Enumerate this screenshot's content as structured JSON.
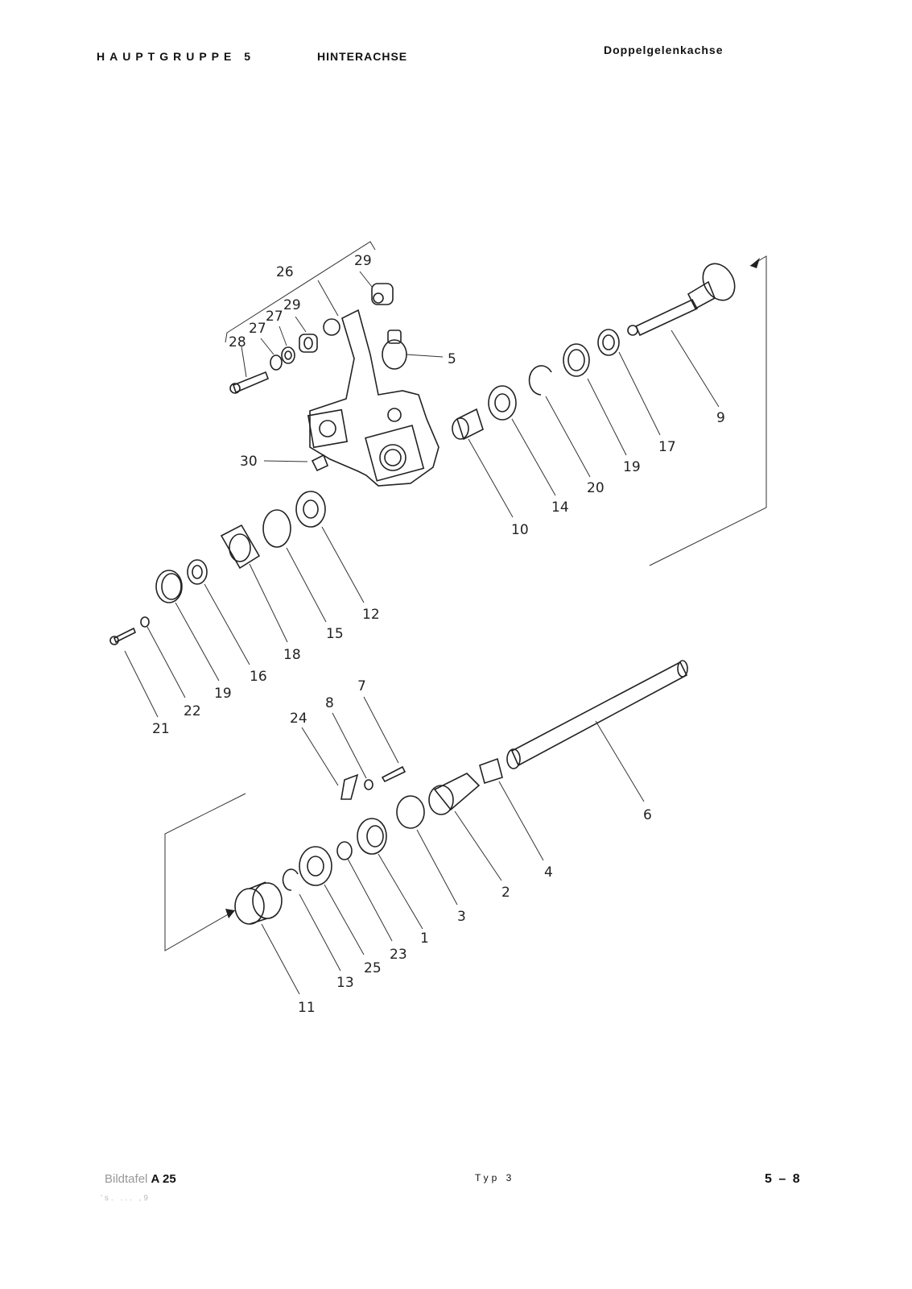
{
  "header": {
    "group": "HAUPTGRUPPE 5",
    "axle": "HINTERACHSE",
    "variant": "Doppelgelenkachse"
  },
  "diagram": {
    "callouts": [
      "1",
      "2",
      "3",
      "4",
      "5",
      "6",
      "7",
      "8",
      "9",
      "10",
      "11",
      "12",
      "13",
      "14",
      "15",
      "16",
      "17",
      "18",
      "19",
      "19",
      "20",
      "21",
      "22",
      "23",
      "24",
      "25",
      "26",
      "27",
      "27",
      "28",
      "29",
      "29",
      "30"
    ]
  },
  "footer": {
    "plate_label": "Bildtafel",
    "plate_number": "A 25",
    "type": "Typ 3",
    "page": "5 – 8",
    "note": "'s. ... ,9"
  }
}
